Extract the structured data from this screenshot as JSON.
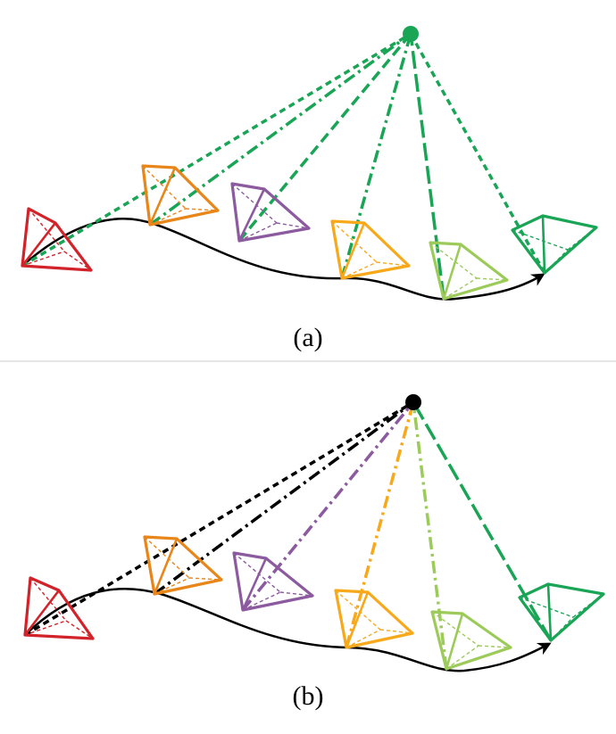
{
  "figure": {
    "caption_a": "(a)",
    "caption_b": "(b)"
  },
  "colors": {
    "red": "#d2232a",
    "orange": "#e8861a",
    "purple": "#8c5a9e",
    "yellow": "#f7a91b",
    "light_green": "#9ccb5a",
    "green": "#1aa556",
    "trajectory": "#000000"
  },
  "panels": [
    {
      "id": "a",
      "landmark_color": "green",
      "cameras": [
        {
          "color": "red",
          "ray_color": "green",
          "ray_style": "dense-dash"
        },
        {
          "color": "orange",
          "ray_color": "green",
          "ray_style": "dash-dot"
        },
        {
          "color": "purple",
          "ray_color": "green",
          "ray_style": "dash"
        },
        {
          "color": "yellow",
          "ray_color": "green",
          "ray_style": "dash-dot"
        },
        {
          "color": "light_green",
          "ray_color": "green",
          "ray_style": "long-dash"
        },
        {
          "color": "green",
          "ray_color": "green",
          "ray_style": "dense-dash"
        }
      ]
    },
    {
      "id": "b",
      "landmark_color": "black",
      "cameras": [
        {
          "color": "red",
          "ray_color": "black",
          "ray_style": "dense-dash"
        },
        {
          "color": "orange",
          "ray_color": "black",
          "ray_style": "dash-dot"
        },
        {
          "color": "purple",
          "ray_color": "purple",
          "ray_style": "dash-dot"
        },
        {
          "color": "yellow",
          "ray_color": "yellow",
          "ray_style": "dash-dot"
        },
        {
          "color": "light_green",
          "ray_color": "light_green",
          "ray_style": "dash-dot"
        },
        {
          "color": "green",
          "ray_color": "green",
          "ray_style": "long-dash"
        }
      ]
    }
  ]
}
